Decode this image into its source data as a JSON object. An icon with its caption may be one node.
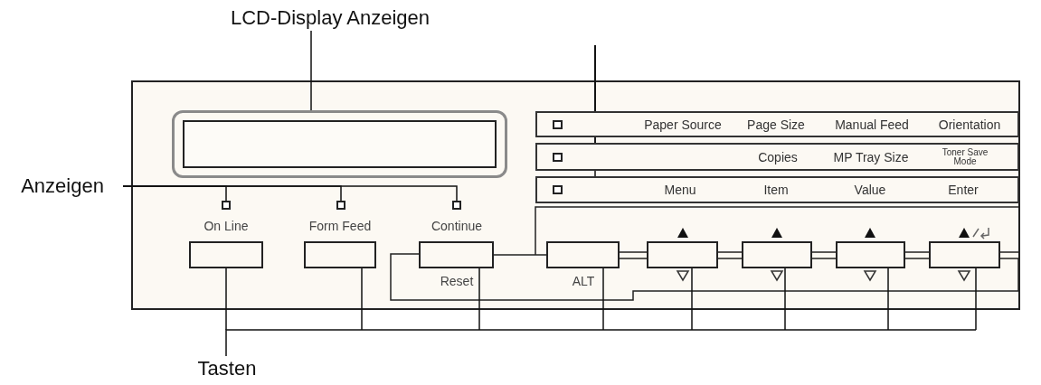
{
  "diagram": {
    "nodes": [
      {
        "text": [
          "LCD-Display Anzeigen"
        ]
      },
      {
        "text": [],
        "shape": "box"
      },
      {
        "text": [
          "Paper Source",
          "Page Size",
          "Manual Feed",
          "Orientation"
        ]
      },
      {
        "text": [
          "Copies",
          "MP Tray Size",
          "Toner Save Mode"
        ]
      },
      {
        "text": [
          "Menu",
          "Item",
          "Value",
          "Enter"
        ]
      },
      {
        "text": [],
        "shape": "box",
        "in": 2
      },
      {
        "text": [],
        "shape": "box",
        "in": 3
      },
      {
        "text": [],
        "shape": "box",
        "in": 4
      },
      {
        "text": [
          "Anzeigen"
        ]
      },
      {
        "text": [],
        "shape": "box"
      },
      {
        "text": [],
        "shape": "box"
      },
      {
        "text": [],
        "shape": "box"
      },
      {
        "text": [],
        "shape": "box"
      },
      {
        "text": [],
        "shape": "box"
      },
      {
        "text": [],
        "shape": "box"
      },
      {
        "text": [],
        "shape": "box"
      },
      {
        "text": [],
        "shape": "box"
      },
      {
        "text": [],
        "shape": "box"
      },
      {
        "text": [],
        "shape": "box"
      },
      {
        "text": [],
        "shape": "box"
      },
      {
        "text": [
          "Tasten"
        ]
      }
    ],
    "edges": [
      {
        "from": 0,
        "to": 1,
        "arrow": "none"
      },
      {
        "from": null,
        "to": 5,
        "arrow": "none"
      },
      {
        "from": null,
        "to": 6,
        "arrow": "none"
      },
      {
        "from": null,
        "to": 7,
        "arrow": "none"
      },
      {
        "from": 8,
        "to": 9,
        "arrow": "none"
      },
      {
        "from": 8,
        "to": 10,
        "arrow": "none"
      },
      {
        "from": 8,
        "to": 11,
        "arrow": "none"
      },
      {
        "from": 20,
        "to": 12,
        "arrow": "none"
      },
      {
        "from": 20,
        "to": 13,
        "arrow": "none"
      },
      {
        "from": 20,
        "to": 14,
        "arrow": "none"
      },
      {
        "from": 20,
        "to": 15,
        "arrow": "none"
      },
      {
        "from": 20,
        "to": 16,
        "arrow": "none"
      },
      {
        "from": 20,
        "to": 17,
        "arrow": "none"
      },
      {
        "from": 20,
        "to": 18,
        "arrow": "none"
      },
      {
        "from": 20,
        "to": 19,
        "arrow": "none"
      }
    ],
    "labels": [
      "On Line",
      "Form Feed",
      "Continue",
      "Reset",
      "ALT"
    ]
  }
}
